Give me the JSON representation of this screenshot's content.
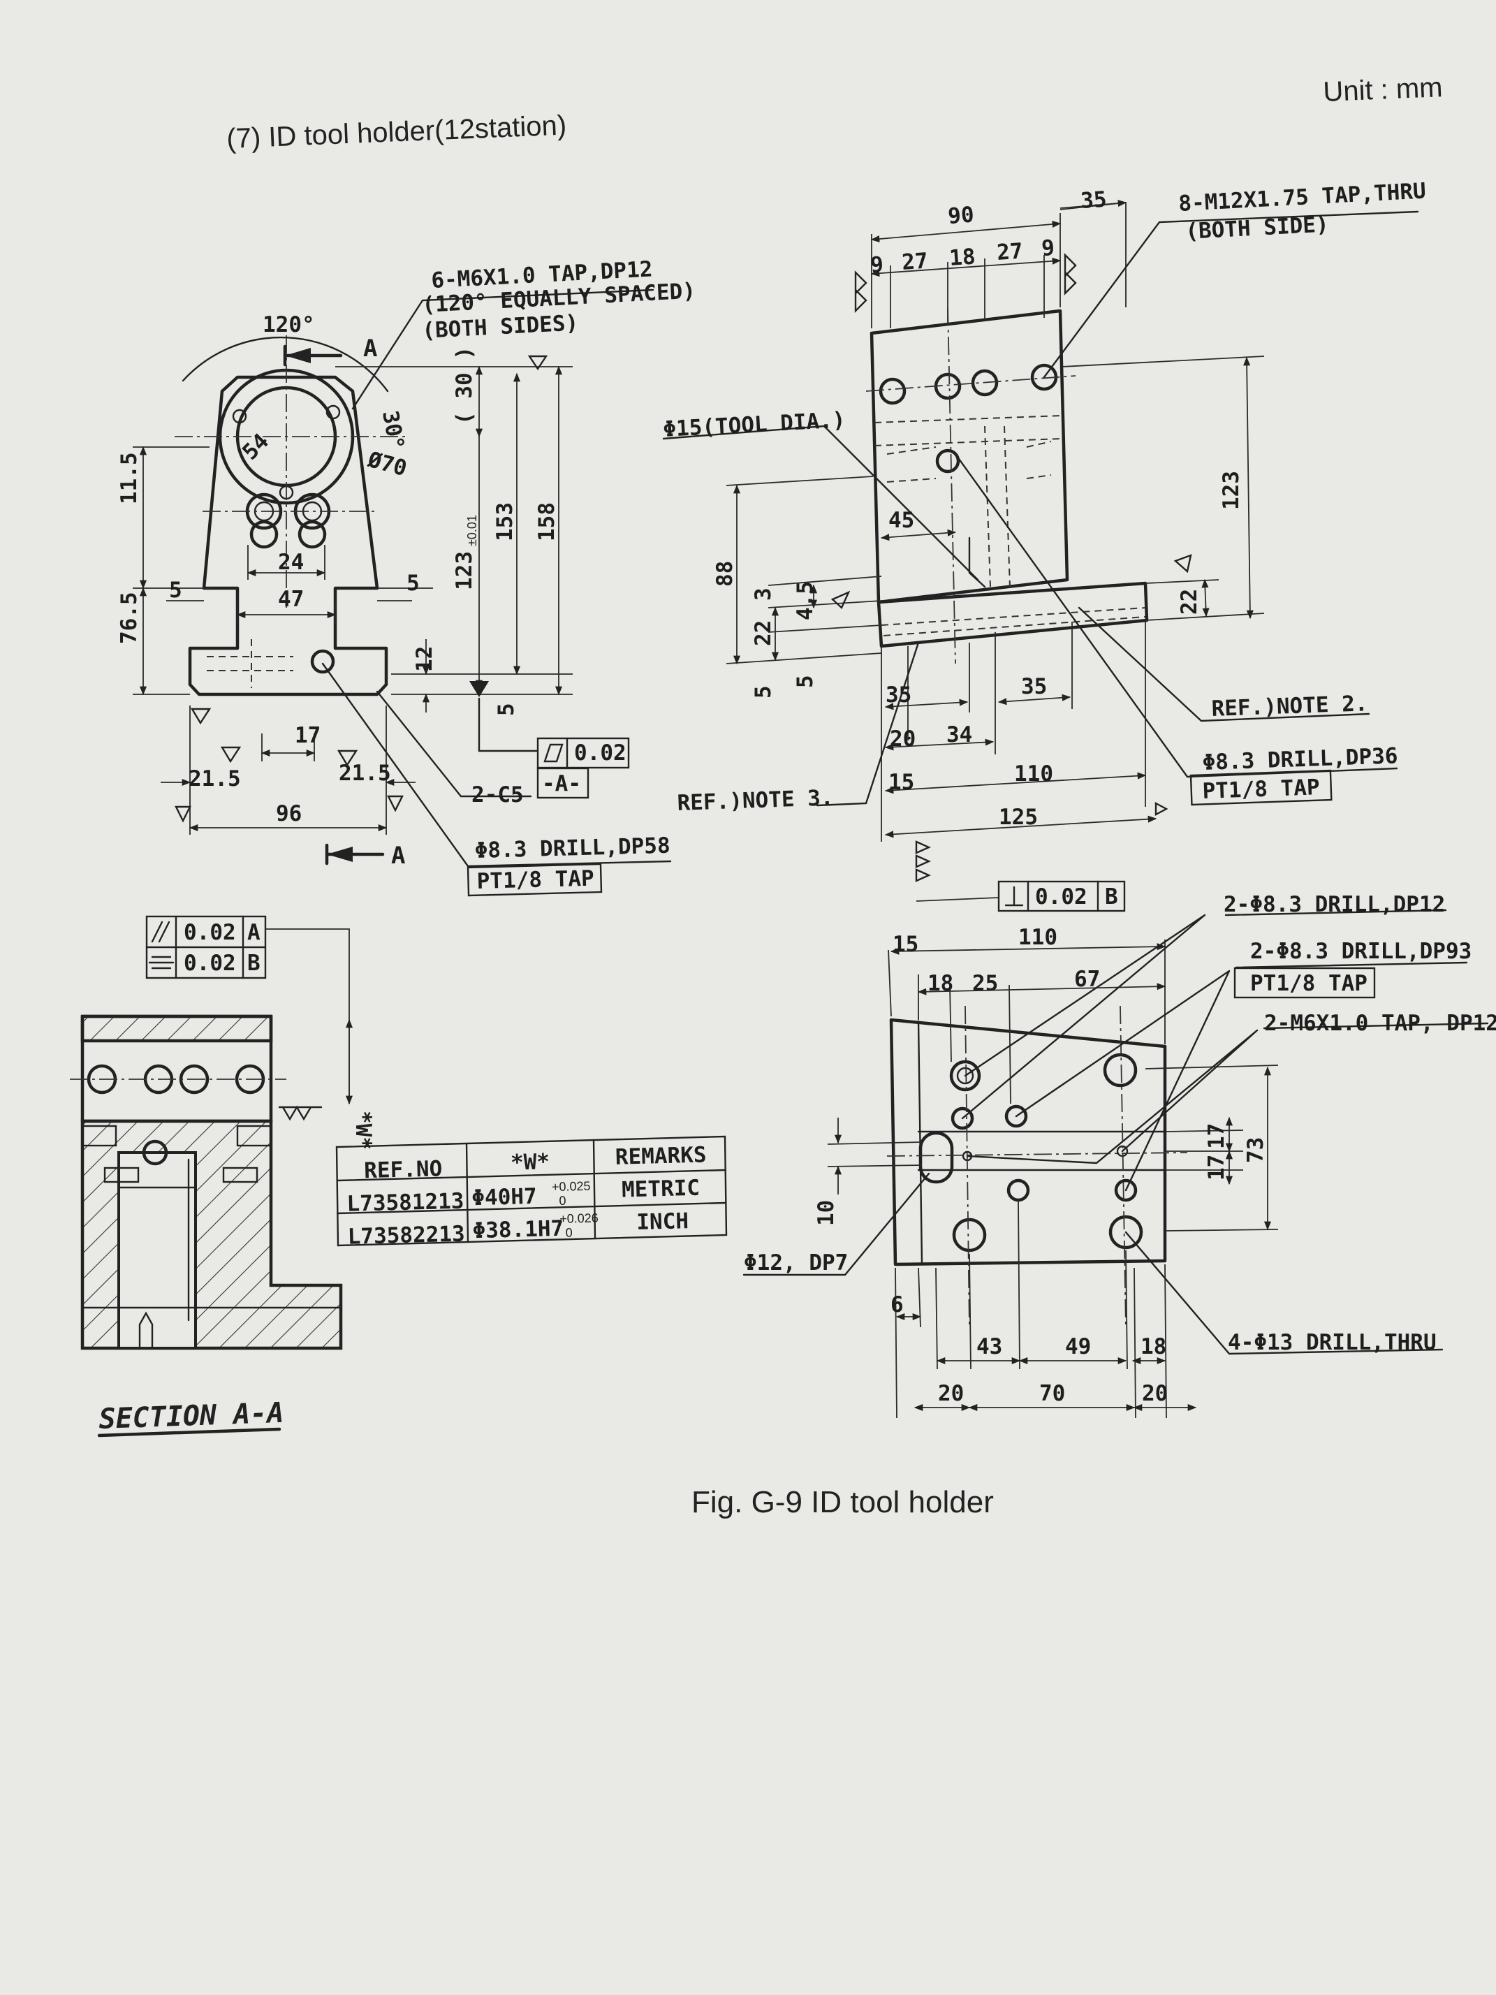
{
  "header": {
    "title": "(7)  ID tool holder(12station)",
    "unit": "Unit : mm"
  },
  "caption": "Fig. G-9 ID tool holder",
  "section_label": "SECTION A-A",
  "front_view": {
    "section_marker": "A",
    "angle_120": "120°",
    "angle_30": "30°",
    "dim_54": "54",
    "dia_70": "Ø70",
    "dim_11_5": "11.5",
    "dim_76_5": "76.5",
    "dim_5_left": "5",
    "dim_24": "24",
    "dim_47": "47",
    "dim_5_right": "5",
    "dim_12": "12",
    "dim_30": "( 30 )",
    "dim_123": "123",
    "dim_123_tol": "±0.01",
    "dim_153": "153",
    "dim_158": "158",
    "dim_5_bottom": "5",
    "dim_17": "17",
    "dim_21_5_left": "21.5",
    "dim_21_5_right": "21.5",
    "dim_96": "96",
    "note_tap_1": "6-M6X1.0 TAP,DP12",
    "note_tap_2": "(120° EQUALLY SPACED)",
    "note_tap_3": "(BOTH SIDES)",
    "note_chamfer": "2-C5",
    "note_drill_1": "Φ8.3 DRILL,DP58",
    "note_drill_2": "PT1/8 TAP",
    "flatness_value": "0.02",
    "datum_a": "-A-"
  },
  "tolerance_frame": {
    "row1_value": "0.02",
    "row1_datum": "A",
    "row2_value": "0.02",
    "row2_datum": "B",
    "w_label": "*W*"
  },
  "ref_table": {
    "headers": [
      "REF.NO",
      "*W*",
      "REMARKS"
    ],
    "rows": [
      {
        "ref": "L73581213",
        "w": "Φ40H7",
        "tol_up": "+0.025",
        "tol_low": "0",
        "remarks": "METRIC"
      },
      {
        "ref": "L73582213",
        "w": "Φ38.1H7",
        "tol_up": "+0.026",
        "tol_low": "0",
        "remarks": "INCH"
      }
    ]
  },
  "side_view": {
    "dim_90": "90",
    "dim_35_top": "35",
    "dim_9_left": "9",
    "dim_27_left": "27",
    "dim_18": "18",
    "dim_27_right": "27",
    "dim_9_right": "9",
    "note_tap_1": "8-M12X1.75 TAP,THRU",
    "note_tap_2": "(BOTH SIDE)",
    "note_tool_dia": "Φ15(TOOL DIA.)",
    "dim_45": "45",
    "dim_88": "88",
    "dim_3": "3",
    "dim_4_5": "4.5",
    "dim_22_left": "22",
    "dim_5_a": "5",
    "dim_5_b": "5",
    "dim_123": "123",
    "dim_22_right": "22",
    "dim_35_a": "35",
    "dim_35_b": "35",
    "dim_20": "20",
    "dim_34": "34",
    "dim_15": "15",
    "dim_110": "110",
    "dim_125": "125",
    "note_ref2": "REF.)NOTE 2.",
    "note_ref3": "REF.)NOTE 3.",
    "note_drill_1": "Φ8.3 DRILL,DP36",
    "note_drill_2": "PT1/8 TAP",
    "perp_value": "0.02",
    "perp_datum": "B"
  },
  "bottom_view": {
    "dim_15": "15",
    "dim_110": "110",
    "dim_18": "18",
    "dim_25": "25",
    "dim_67": "67",
    "dim_10": "10",
    "dim_17_a": "17",
    "dim_17_b": "17",
    "dim_73": "73",
    "dim_6": "6",
    "dim_43": "43",
    "dim_49": "49",
    "dim_18_bottom": "18",
    "dim_20_left": "20",
    "dim_70": "70",
    "dim_20_right": "20",
    "note_drill_dp12": "2-Φ8.3 DRILL,DP12",
    "note_drill_dp93": "2-Φ8.3 DRILL,DP93",
    "note_pt18": "PT1/8 TAP",
    "note_tap_m6": "2-M6X1.0 TAP, DP12",
    "note_dia12": "Φ12, DP7",
    "note_drill_thru": "4-Φ13 DRILL,THRU"
  }
}
